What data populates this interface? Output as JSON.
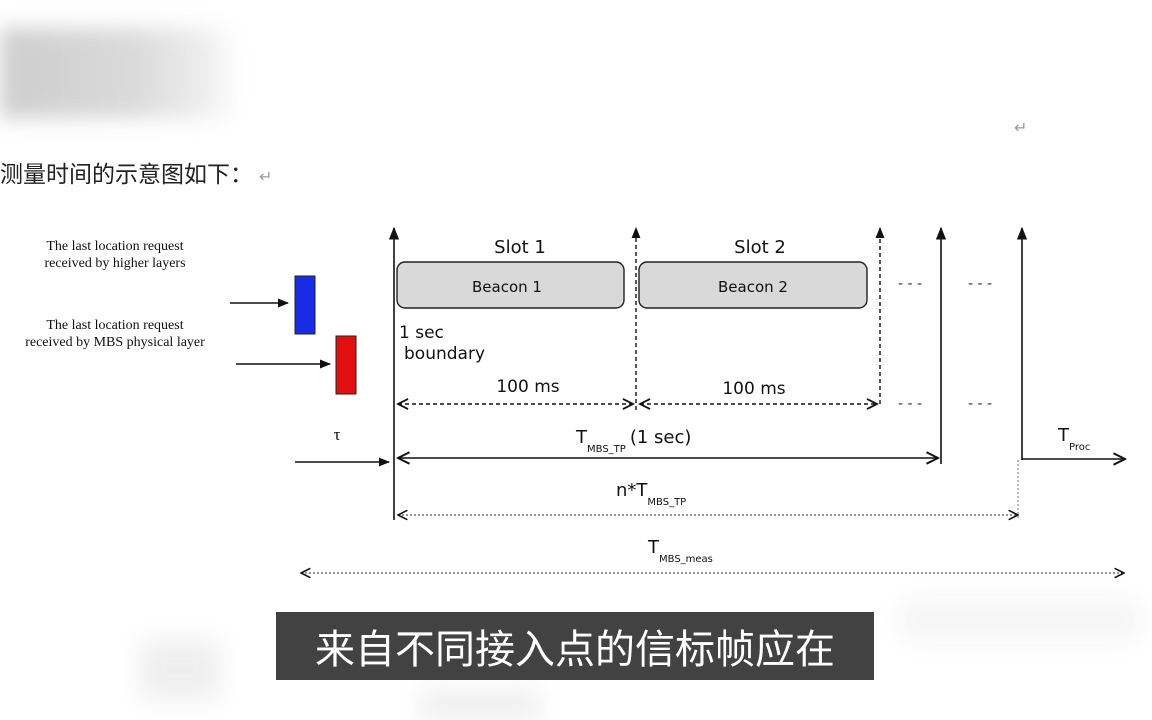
{
  "page": {
    "intro_text": "测量时间的示意图如下：",
    "return_mark": "↵",
    "subtitle": "来自不同接入点的信标帧应在"
  },
  "diagram": {
    "request_higher": [
      "The last location request",
      "received by higher layers"
    ],
    "request_physical": [
      "The last location request",
      "received by MBS physical layer"
    ],
    "slot1": "Slot 1",
    "slot2": "Slot 2",
    "beacon1": "Beacon 1",
    "beacon2": "Beacon 2",
    "boundary": [
      "1 sec",
      "boundary"
    ],
    "ms1": "100 ms",
    "ms2": "100 ms",
    "tau": "τ",
    "ellipsis": "- - -",
    "tmbs_tp": {
      "main": "T",
      "sub": "MBS_TP",
      "suffix": "(1 sec)"
    },
    "tproc": {
      "main": "T",
      "sub": "Proc"
    },
    "n_tmbs_tp": {
      "main": "n*T",
      "sub": "MBS_TP"
    },
    "tmbs_meas": {
      "main": "T",
      "sub": "MBS_meas"
    },
    "colors": {
      "blue_marker": "#1a2be8",
      "red_marker": "#e01010",
      "beacon_fill": "#d9d9d9"
    }
  }
}
